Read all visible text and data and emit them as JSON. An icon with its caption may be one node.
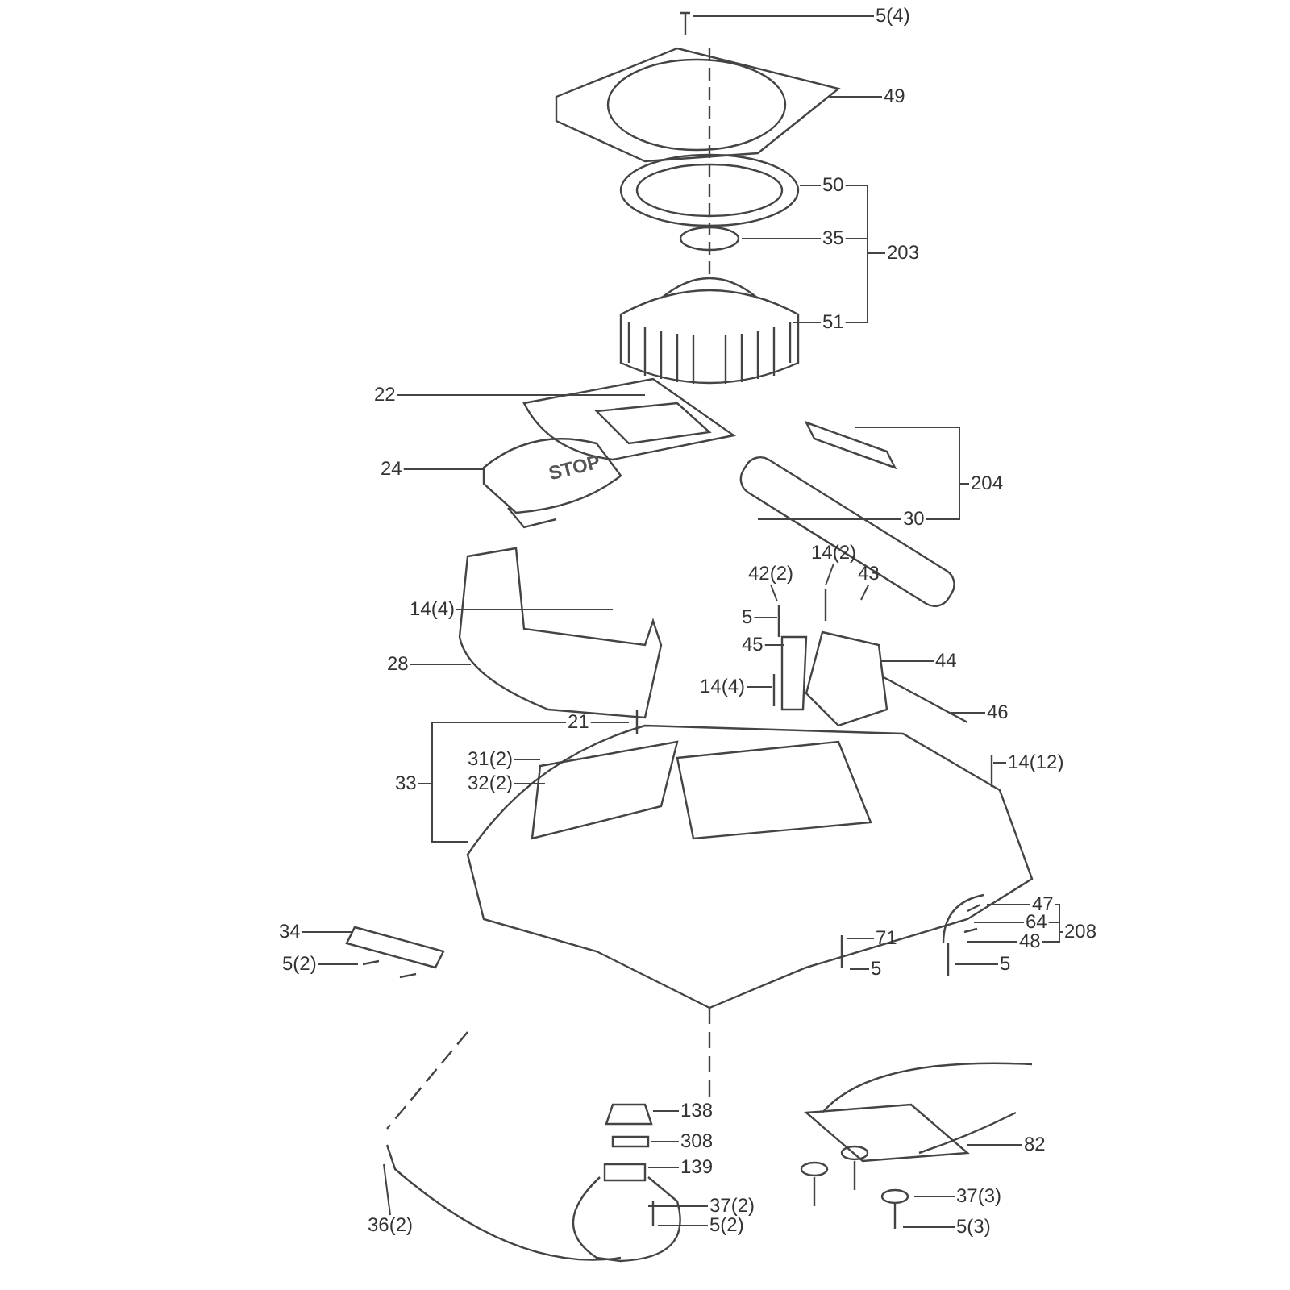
{
  "diagram": {
    "nodes": [
      {
        "text": [
          "5(4)"
        ]
      },
      {
        "text": [
          "49"
        ]
      },
      {
        "text": [
          "50"
        ]
      },
      {
        "text": [
          "35"
        ]
      },
      {
        "text": [
          "51"
        ]
      },
      {
        "text": [
          "203"
        ]
      },
      {
        "text": [
          "22"
        ]
      },
      {
        "text": [
          "24"
        ]
      },
      {
        "text": [
          "30"
        ]
      },
      {
        "text": [
          "204"
        ]
      },
      {
        "text": [
          "14(4)"
        ]
      },
      {
        "text": [
          "28"
        ]
      },
      {
        "text": [
          "14(2)"
        ]
      },
      {
        "text": [
          "42(2)"
        ]
      },
      {
        "text": [
          "43"
        ]
      },
      {
        "text": [
          "5"
        ]
      },
      {
        "text": [
          "45"
        ]
      },
      {
        "text": [
          "44"
        ]
      },
      {
        "text": [
          "14(4)"
        ]
      },
      {
        "text": [
          "46"
        ]
      },
      {
        "text": [
          "21"
        ]
      },
      {
        "text": [
          "31(2)"
        ]
      },
      {
        "text": [
          "32(2)"
        ]
      },
      {
        "text": [
          "33"
        ]
      },
      {
        "text": [
          "14(12)"
        ]
      },
      {
        "text": [
          "34"
        ]
      },
      {
        "text": [
          "5(2)"
        ]
      },
      {
        "text": [
          "47"
        ]
      },
      {
        "text": [
          "64"
        ]
      },
      {
        "text": [
          "48"
        ]
      },
      {
        "text": [
          "208"
        ]
      },
      {
        "text": [
          "71"
        ]
      },
      {
        "text": [
          "5"
        ]
      },
      {
        "text": [
          "5"
        ]
      },
      {
        "text": [
          "138"
        ]
      },
      {
        "text": [
          "308"
        ]
      },
      {
        "text": [
          "139"
        ]
      },
      {
        "text": [
          "37(2)"
        ]
      },
      {
        "text": [
          "5(2)"
        ]
      },
      {
        "text": [
          "36(2)"
        ]
      },
      {
        "text": [
          "82"
        ]
      },
      {
        "text": [
          "37(3)"
        ]
      },
      {
        "text": [
          "5(3)"
        ]
      }
    ],
    "edges": [
      {
        "from": 0,
        "to": null,
        "arrow": "none"
      },
      {
        "from": 1,
        "to": null,
        "arrow": "none"
      },
      {
        "from": 2,
        "to": null,
        "arrow": "none"
      },
      {
        "from": 3,
        "to": null,
        "arrow": "none"
      },
      {
        "from": 4,
        "to": null,
        "arrow": "none"
      },
      {
        "from": 5,
        "to": 2,
        "arrow": "none"
      },
      {
        "from": 5,
        "to": 3,
        "arrow": "none"
      },
      {
        "from": 5,
        "to": 4,
        "arrow": "none"
      },
      {
        "from": 6,
        "to": null,
        "arrow": "none"
      },
      {
        "from": 7,
        "to": null,
        "arrow": "none"
      },
      {
        "from": 8,
        "to": null,
        "arrow": "none"
      },
      {
        "from": 9,
        "to": null,
        "arrow": "none"
      },
      {
        "from": 9,
        "to": 8,
        "arrow": "none"
      },
      {
        "from": 10,
        "to": null,
        "arrow": "none"
      },
      {
        "from": 11,
        "to": null,
        "arrow": "none"
      },
      {
        "from": 12,
        "to": null,
        "arrow": "none"
      },
      {
        "from": 13,
        "to": null,
        "arrow": "none"
      },
      {
        "from": 14,
        "to": null,
        "arrow": "none"
      },
      {
        "from": 15,
        "to": null,
        "arrow": "none"
      },
      {
        "from": 16,
        "to": null,
        "arrow": "none"
      },
      {
        "from": 17,
        "to": null,
        "arrow": "none"
      },
      {
        "from": 18,
        "to": null,
        "arrow": "none"
      },
      {
        "from": 19,
        "to": null,
        "arrow": "none"
      },
      {
        "from": 20,
        "to": null,
        "arrow": "none"
      },
      {
        "from": 21,
        "to": null,
        "arrow": "none"
      },
      {
        "from": 22,
        "to": null,
        "arrow": "none"
      },
      {
        "from": 23,
        "to": 20,
        "arrow": "none"
      },
      {
        "from": 23,
        "to": null,
        "arrow": "none"
      },
      {
        "from": 24,
        "to": null,
        "arrow": "none"
      },
      {
        "from": 25,
        "to": null,
        "arrow": "none"
      },
      {
        "from": 26,
        "to": null,
        "arrow": "none"
      },
      {
        "from": 27,
        "to": null,
        "arrow": "none"
      },
      {
        "from": 28,
        "to": null,
        "arrow": "none"
      },
      {
        "from": 29,
        "to": null,
        "arrow": "none"
      },
      {
        "from": 30,
        "to": 27,
        "arrow": "none"
      },
      {
        "from": 30,
        "to": 28,
        "arrow": "none"
      },
      {
        "from": 30,
        "to": 29,
        "arrow": "none"
      },
      {
        "from": 31,
        "to": null,
        "arrow": "none"
      },
      {
        "from": 32,
        "to": null,
        "arrow": "none"
      },
      {
        "from": 33,
        "to": null,
        "arrow": "none"
      },
      {
        "from": 34,
        "to": null,
        "arrow": "none"
      },
      {
        "from": 35,
        "to": null,
        "arrow": "none"
      },
      {
        "from": 36,
        "to": null,
        "arrow": "none"
      },
      {
        "from": 37,
        "to": null,
        "arrow": "none"
      },
      {
        "from": 38,
        "to": null,
        "arrow": "none"
      },
      {
        "from": 39,
        "to": null,
        "arrow": "none"
      },
      {
        "from": 40,
        "to": null,
        "arrow": "none"
      },
      {
        "from": 41,
        "to": null,
        "arrow": "none"
      },
      {
        "from": 42,
        "to": null,
        "arrow": "none"
      }
    ],
    "labels": [
      "STOP"
    ]
  }
}
